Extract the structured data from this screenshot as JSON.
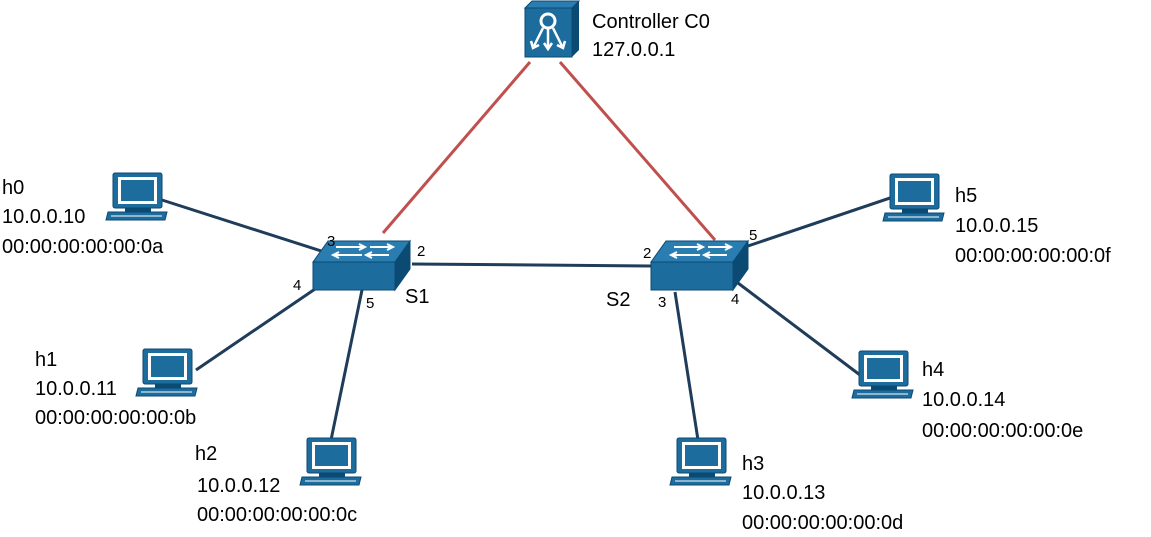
{
  "colors": {
    "device_blue": "#1d6c9e",
    "device_dark": "#0b4a73",
    "host_link": "#1f3d5a",
    "controller_link": "#c0504d",
    "background": "#ffffff"
  },
  "controller": {
    "name": "Controller C0",
    "ip": "127.0.0.1",
    "icon": "controller-icon"
  },
  "switches": [
    {
      "id": "S1",
      "name": "S1",
      "icon": "switch-icon"
    },
    {
      "id": "S2",
      "name": "S2",
      "icon": "switch-icon"
    }
  ],
  "hosts": [
    {
      "id": "h0",
      "name": "h0",
      "ip": "10.0.0.10",
      "mac": "00:00:00:00:00:0a",
      "icon": "computer-icon"
    },
    {
      "id": "h1",
      "name": "h1",
      "ip": "10.0.0.11",
      "mac": "00:00:00:00:00:0b",
      "icon": "computer-icon"
    },
    {
      "id": "h2",
      "name": "h2",
      "ip": "10.0.0.12",
      "mac": "00:00:00:00:00:0c",
      "icon": "computer-icon"
    },
    {
      "id": "h3",
      "name": "h3",
      "ip": "10.0.0.13",
      "mac": "00:00:00:00:00:0d",
      "icon": "computer-icon"
    },
    {
      "id": "h4",
      "name": "h4",
      "ip": "10.0.0.14",
      "mac": "00:00:00:00:00:0e",
      "icon": "computer-icon"
    },
    {
      "id": "h5",
      "name": "h5",
      "ip": "10.0.0.15",
      "mac": "00:00:00:00:00:0f",
      "icon": "computer-icon"
    }
  ],
  "links": [
    {
      "from": "S1",
      "to": "S2",
      "from_port": "2",
      "to_port": "2",
      "type": "data"
    },
    {
      "from": "h0",
      "to": "S1",
      "to_port": "3",
      "type": "data"
    },
    {
      "from": "h1",
      "to": "S1",
      "to_port": "4",
      "type": "data"
    },
    {
      "from": "h2",
      "to": "S1",
      "to_port": "5",
      "type": "data"
    },
    {
      "from": "h3",
      "to": "S2",
      "to_port": "3",
      "type": "data"
    },
    {
      "from": "h4",
      "to": "S2",
      "to_port": "4",
      "type": "data"
    },
    {
      "from": "h5",
      "to": "S2",
      "to_port": "5",
      "type": "data"
    },
    {
      "from": "C0",
      "to": "S1",
      "type": "control"
    },
    {
      "from": "C0",
      "to": "S2",
      "type": "control"
    }
  ]
}
